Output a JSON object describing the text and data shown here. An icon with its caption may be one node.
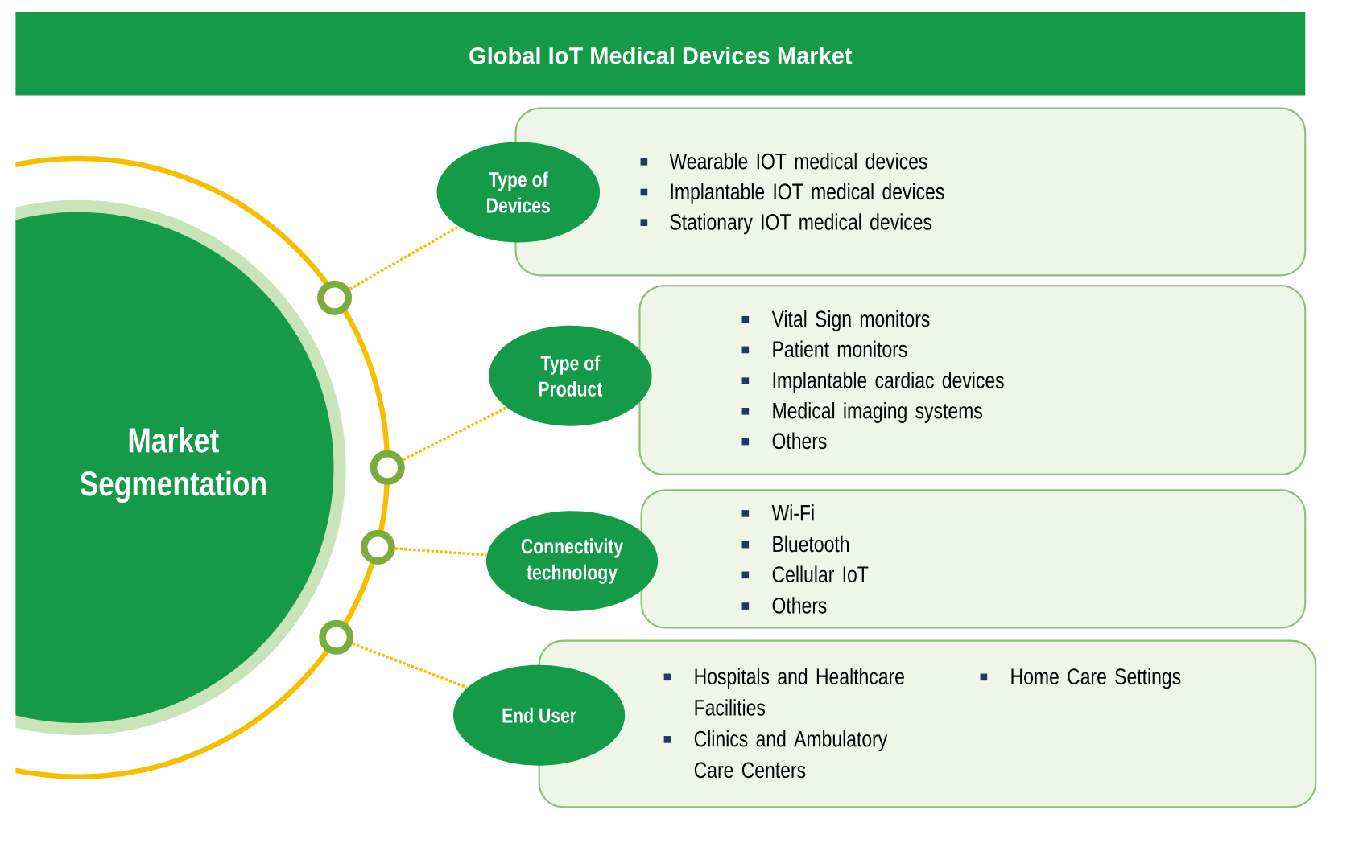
{
  "diagram": {
    "title": "Global IoT Medical Devices Market",
    "nodes": [
      {
        "text": [
          "Market Segmentation"
        ]
      },
      {
        "text": [],
        "shape": "circle"
      },
      {
        "text": [
          "Type of Devices"
        ]
      },
      {
        "text": [
          "Wearable IOT medical devices",
          "Implantable IOT medical devices",
          "Stationary IOT medical devices"
        ]
      },
      {
        "text": [],
        "shape": "circle"
      },
      {
        "text": [
          "Type of Product"
        ]
      },
      {
        "text": [
          "Vital Sign monitors",
          "Patient monitors",
          "Implantable cardiac devices",
          "Medical imaging systems",
          "Others"
        ]
      },
      {
        "text": [],
        "shape": "circle"
      },
      {
        "text": [
          "Connectivity technology"
        ]
      },
      {
        "text": [
          "Wi-Fi",
          "Bluetooth",
          "Cellular IoT",
          "Others"
        ]
      },
      {
        "text": [],
        "shape": "circle"
      },
      {
        "text": [
          "End User"
        ]
      },
      {
        "text": [
          "Hospitals and Healthcare Facilities",
          "Clinics and Ambulatory Care Centers",
          "Home Care Settings"
        ]
      }
    ],
    "edges": [
      {
        "from": 1,
        "to": 2,
        "arrow": "none",
        "style": "dashed"
      },
      {
        "from": 4,
        "to": 5,
        "arrow": "none",
        "style": "dashed"
      },
      {
        "from": 7,
        "to": 8,
        "arrow": "none",
        "style": "dashed"
      },
      {
        "from": 10,
        "to": 11,
        "arrow": "none",
        "style": "dashed"
      }
    ]
  }
}
